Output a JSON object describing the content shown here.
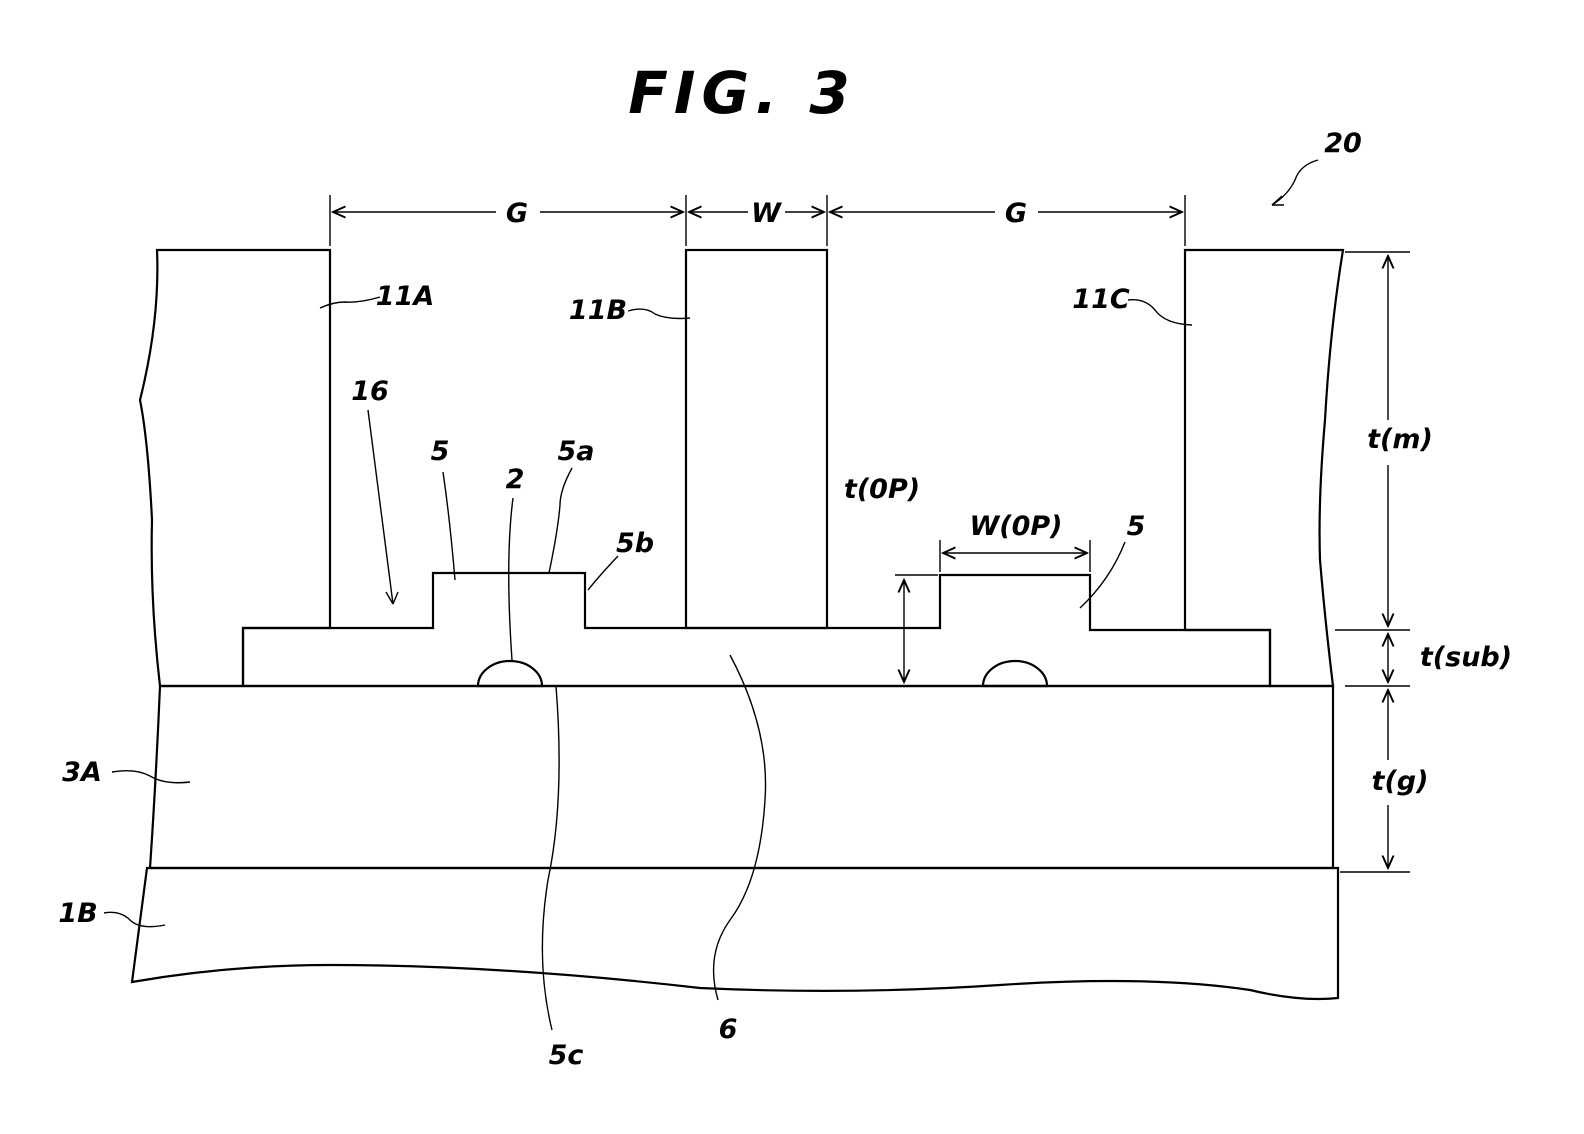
{
  "figure": {
    "title": "FIG. 3",
    "device_ref": "20"
  },
  "dimensions": {
    "gap_left": "G",
    "width_center": "W",
    "gap_right": "G",
    "t_m": "t(m)",
    "t_sub": "t(sub)",
    "t_g": "t(g)",
    "t_op": "t(0P)",
    "w_op": "W(0P)"
  },
  "labels": {
    "electrode_a": "11A",
    "electrode_b": "11B",
    "electrode_c": "11C",
    "groove": "16",
    "ridge_left": "5",
    "ridge_right": "5",
    "ridge_top": "5a",
    "ridge_step": "5b",
    "ridge_base": "5c",
    "waveguide_core": "2",
    "substrate": "6",
    "buffer": "3A",
    "base": "1B"
  }
}
